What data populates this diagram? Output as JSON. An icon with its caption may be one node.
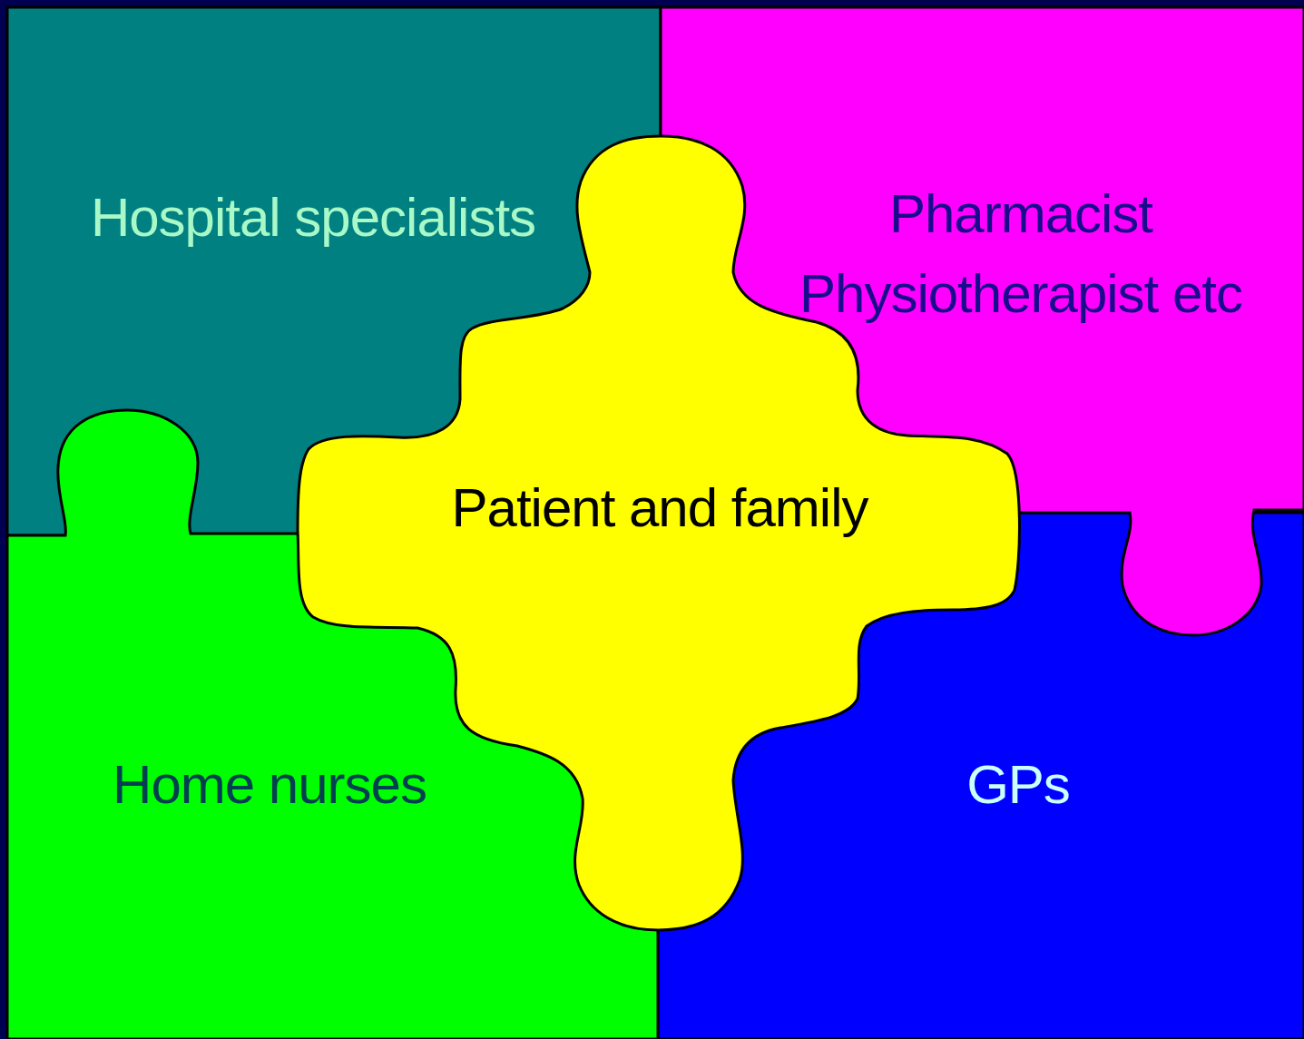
{
  "diagram": {
    "nodes": [
      {
        "text": [
          "Hospital specialists"
        ]
      },
      {
        "text": [
          "Pharmacist Physiotherapist etc"
        ]
      },
      {
        "text": [
          "Home nurses"
        ]
      },
      {
        "text": [
          "GPs"
        ]
      },
      {
        "text": [
          "Patient and family"
        ]
      }
    ]
  }
}
